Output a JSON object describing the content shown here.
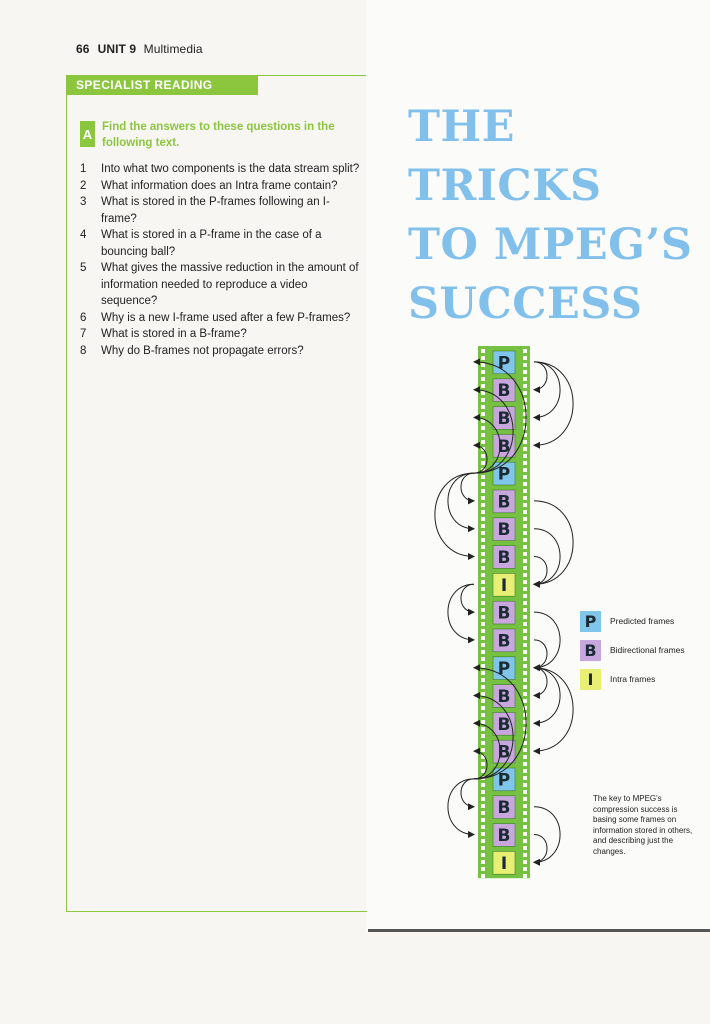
{
  "header": {
    "page_number": "66",
    "unit": "UNIT 9",
    "topic": "Multimedia"
  },
  "section_tab": "SPECIALIST READING",
  "task": {
    "letter": "A",
    "instruction": "Find the answers to these questions in the following text."
  },
  "questions": [
    {
      "num": "1",
      "text": "Into what two components is the data stream split?"
    },
    {
      "num": "2",
      "text": "What information does an Intra frame contain?"
    },
    {
      "num": "3",
      "text": "What is stored in the P-frames following an I-frame?"
    },
    {
      "num": "4",
      "text": "What is stored in a P-frame in the case of a bouncing ball?"
    },
    {
      "num": "5",
      "text": "What gives the massive reduction in the amount of information needed to reproduce a video sequence?"
    },
    {
      "num": "6",
      "text": "Why is a new I-frame used after a few P-frames?"
    },
    {
      "num": "7",
      "text": "What is stored in a B-frame?"
    },
    {
      "num": "8",
      "text": "Why do B-frames not propagate errors?"
    }
  ],
  "article_title": {
    "line1": "THE",
    "line2": "TRICKS",
    "line3": "TO MPEG’S",
    "line4": "SUCCESS"
  },
  "frame_sequence": [
    "P",
    "B",
    "B",
    "B",
    "P",
    "B",
    "B",
    "B",
    "I",
    "B",
    "B",
    "P",
    "B",
    "B",
    "B",
    "P",
    "B",
    "B",
    "I"
  ],
  "legend": [
    {
      "letter": "P",
      "label": "Predicted frames",
      "color": "#7fc6ea"
    },
    {
      "letter": "B",
      "label": "Bidirectional frames",
      "color": "#c7a7de"
    },
    {
      "letter": "I",
      "label": "Intra frames",
      "color": "#e9ee75"
    }
  ],
  "caption": "The key to MPEG's compression success is basing some frames on information stored in others, and describing just the changes.",
  "colors": {
    "accent_green": "#8cc63f",
    "title_blue": "#82c0ec",
    "film_green": "#77c142"
  }
}
